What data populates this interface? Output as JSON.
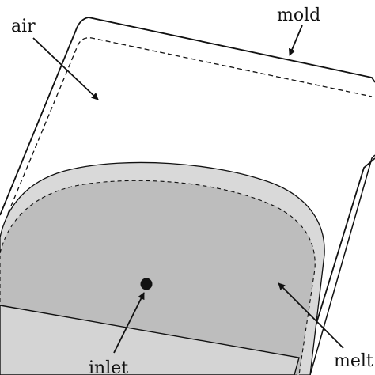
{
  "labels": {
    "air": "air",
    "mold": "mold",
    "melt": "melt",
    "inlet": "inlet"
  },
  "colors": {
    "line": "#111111",
    "melt_fill": "#bdbdbd",
    "melt_rim": "#d9d9d9",
    "background": "#ffffff"
  }
}
